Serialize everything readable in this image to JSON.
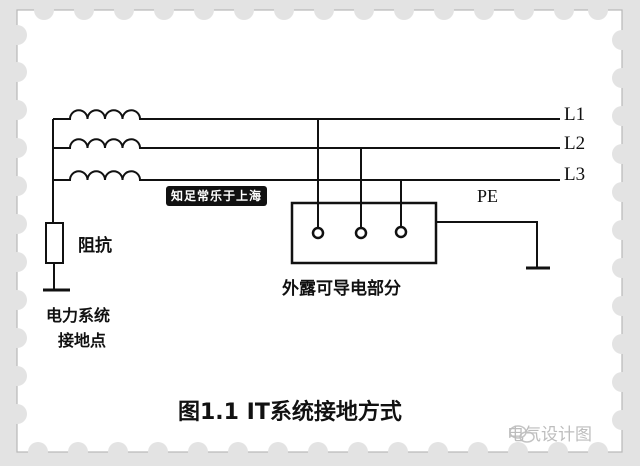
{
  "diagram": {
    "type": "electrical-schematic",
    "title": "IT系统接地方式",
    "caption": "图1.1 IT系统接地方式",
    "phase_labels": [
      "L1",
      "L2",
      "L3"
    ],
    "pe_label": "PE",
    "impedance_label": "阻抗",
    "system_ground_label_line1": "电力系统",
    "system_ground_label_line2": "接地点",
    "equipment_label": "外露可导电部分",
    "watermark_badge": "知足常乐于上海",
    "brand": "电气设计图",
    "colors": {
      "background": "#e3e3e3",
      "paper": "#ffffff",
      "ink": "#111111",
      "brand": "#bdbdbd"
    }
  }
}
